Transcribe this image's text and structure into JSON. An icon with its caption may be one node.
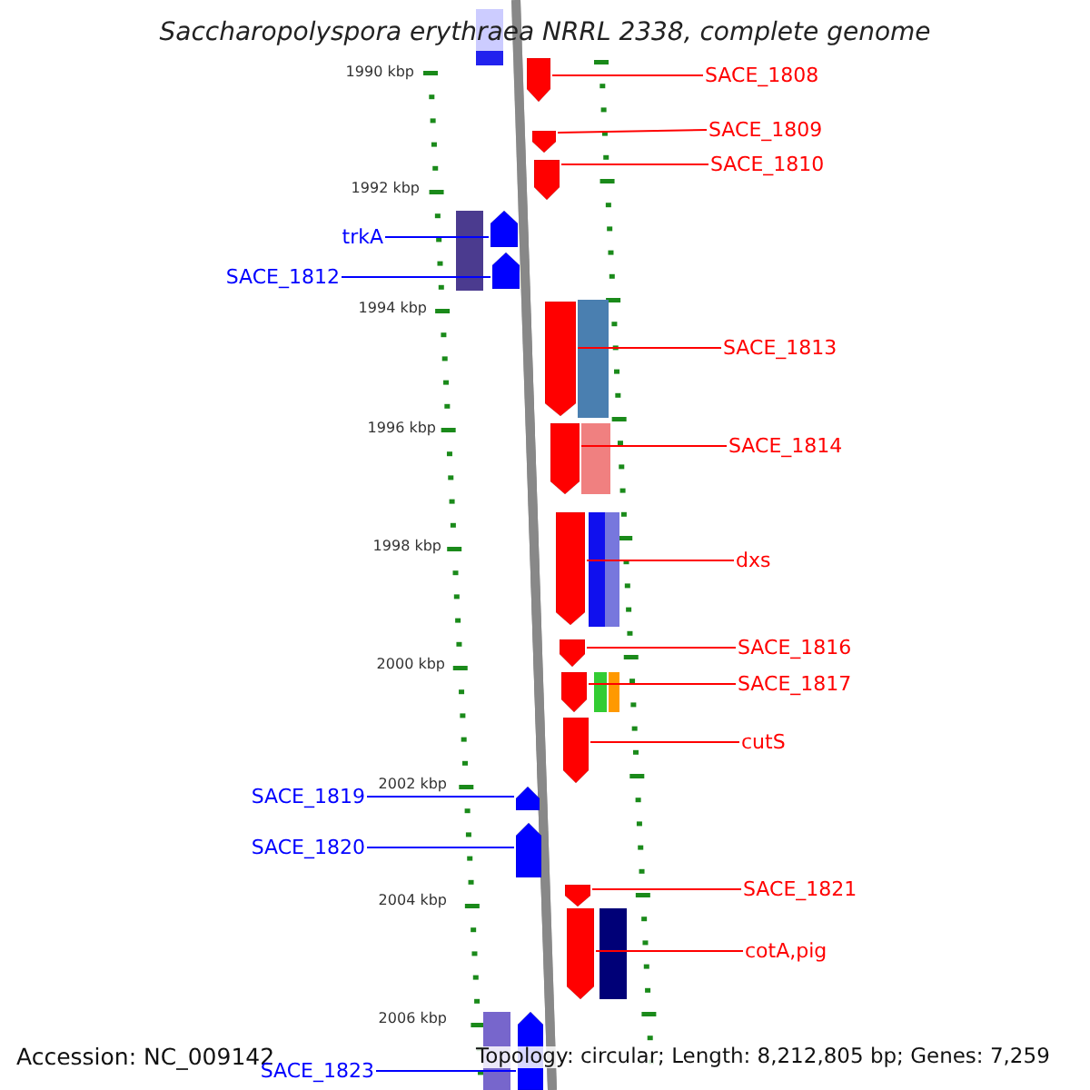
{
  "diagram": {
    "title": "Saccharopolyspora erythraea NRRL 2338, complete genome",
    "nodes": [
      {
        "text": [
          "SACE_1808"
        ]
      },
      {
        "text": [],
        "shape": "arrow"
      },
      {
        "text": [
          "SACE_1809"
        ]
      },
      {
        "text": [],
        "shape": "arrow"
      },
      {
        "text": [
          "SACE_1810"
        ]
      },
      {
        "text": [],
        "shape": "arrow"
      },
      {
        "text": [
          "trkA"
        ]
      },
      {
        "text": [],
        "shape": "arrow"
      },
      {
        "text": [
          "SACE_1812"
        ]
      },
      {
        "text": [],
        "shape": "arrow"
      },
      {
        "text": [
          "SACE_1813"
        ]
      },
      {
        "text": [],
        "shape": "arrow"
      },
      {
        "text": [
          "SACE_1814"
        ]
      },
      {
        "text": [],
        "shape": "arrow"
      },
      {
        "text": [
          "dxs"
        ]
      },
      {
        "text": [],
        "shape": "arrow"
      },
      {
        "text": [
          "SACE_1816"
        ]
      },
      {
        "text": [],
        "shape": "arrow"
      },
      {
        "text": [
          "SACE_1817"
        ]
      },
      {
        "text": [],
        "shape": "arrow"
      },
      {
        "text": [
          "cutS"
        ]
      },
      {
        "text": [],
        "shape": "arrow"
      },
      {
        "text": [
          "SACE_1819"
        ]
      },
      {
        "text": [],
        "shape": "arrow"
      },
      {
        "text": [
          "SACE_1820"
        ]
      },
      {
        "text": [],
        "shape": "arrow"
      },
      {
        "text": [
          "SACE_1821"
        ]
      },
      {
        "text": [],
        "shape": "arrow"
      },
      {
        "text": [
          "cotA,pig"
        ]
      },
      {
        "text": [],
        "shape": "arrow"
      },
      {
        "text": [
          "SACE_1823"
        ]
      },
      {
        "text": [],
        "shape": "arrow"
      }
    ],
    "edges": [
      {
        "from": 0,
        "to": 1,
        "arrow": "none"
      },
      {
        "from": 2,
        "to": 3,
        "arrow": "none"
      },
      {
        "from": 4,
        "to": 5,
        "arrow": "none"
      },
      {
        "from": 6,
        "to": 7,
        "arrow": "none",
        "color": "#0000ff"
      },
      {
        "from": 8,
        "to": 9,
        "arrow": "none",
        "color": "#0000ff"
      },
      {
        "from": 10,
        "to": 11,
        "arrow": "none"
      },
      {
        "from": 12,
        "to": 13,
        "arrow": "none"
      },
      {
        "from": 14,
        "to": 15,
        "arrow": "none"
      },
      {
        "from": 16,
        "to": 17,
        "arrow": "none"
      },
      {
        "from": 18,
        "to": 19,
        "arrow": "none"
      },
      {
        "from": 20,
        "to": 21,
        "arrow": "none"
      },
      {
        "from": 22,
        "to": 23,
        "arrow": "none",
        "color": "#0000ff"
      },
      {
        "from": 24,
        "to": 25,
        "arrow": "none",
        "color": "#0000ff"
      },
      {
        "from": 26,
        "to": 27,
        "arrow": "none"
      },
      {
        "from": 28,
        "to": 29,
        "arrow": "none"
      },
      {
        "from": 30,
        "to": 31,
        "arrow": "none",
        "color": "#0000ff"
      }
    ],
    "labels": [
      "1990 kbp",
      "1992 kbp",
      "1994 kbp",
      "1996 kbp",
      "1998 kbp",
      "2000 kbp",
      "2002 kbp",
      "2004 kbp",
      "2006 kbp",
      "Accession: NC_009142",
      "Topology: circular; Length: 8,212,805 bp; Genes: 7,259"
    ]
  }
}
